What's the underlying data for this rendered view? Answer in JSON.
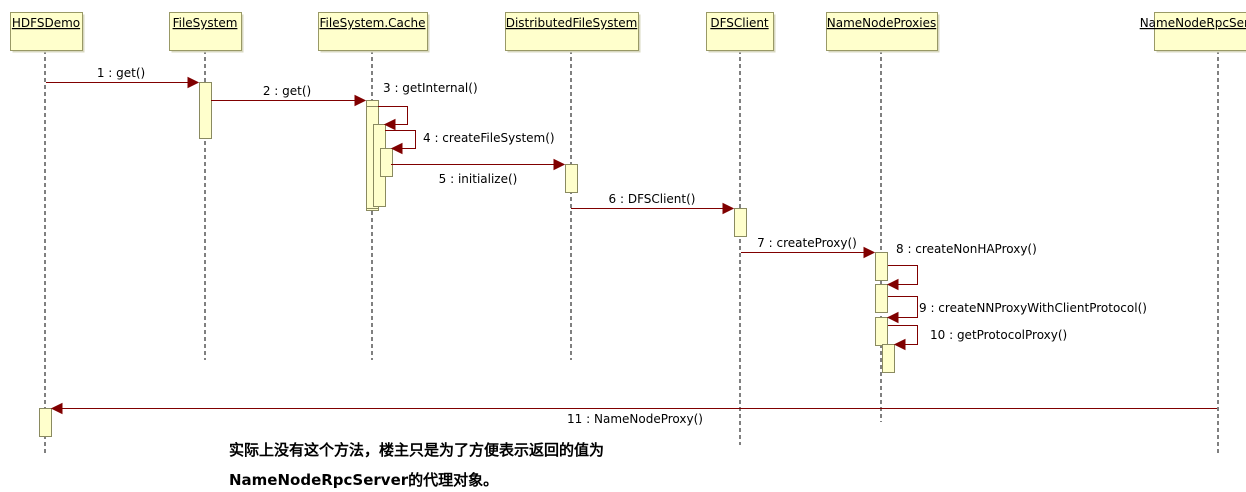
{
  "participants": [
    {
      "id": "hdfsdemo",
      "name": "HDFSDemo"
    },
    {
      "id": "filesystem",
      "name": "FileSystem"
    },
    {
      "id": "filesystem-cache",
      "name": "FileSystem.Cache"
    },
    {
      "id": "distributedfilesystem",
      "name": "DistributedFileSystem"
    },
    {
      "id": "dfsclient",
      "name": "DFSClient"
    },
    {
      "id": "namenodeproxies",
      "name": "NameNodeProxies"
    },
    {
      "id": "namenoderpcserver",
      "name": "NameNodeRpcServer"
    }
  ],
  "messages": [
    {
      "id": 1,
      "label": "1 : get()",
      "from": "hdfsdemo",
      "to": "filesystem"
    },
    {
      "id": 2,
      "label": "2 : get()",
      "from": "filesystem",
      "to": "filesystem-cache"
    },
    {
      "id": 3,
      "label": "3 : getInternal()",
      "from": "filesystem-cache",
      "to": "filesystem-cache"
    },
    {
      "id": 4,
      "label": "4 : createFileSystem()",
      "from": "filesystem-cache",
      "to": "filesystem-cache"
    },
    {
      "id": 5,
      "label": "5 : initialize()",
      "from": "filesystem-cache",
      "to": "distributedfilesystem"
    },
    {
      "id": 6,
      "label": "6 : DFSClient()",
      "from": "distributedfilesystem",
      "to": "dfsclient"
    },
    {
      "id": 7,
      "label": "7 : createProxy()",
      "from": "dfsclient",
      "to": "namenodeproxies"
    },
    {
      "id": 8,
      "label": "8 : createNonHAProxy()",
      "from": "namenodeproxies",
      "to": "namenodeproxies"
    },
    {
      "id": 9,
      "label": "9 : createNNProxyWithClientProtocol()",
      "from": "namenodeproxies",
      "to": "namenodeproxies"
    },
    {
      "id": 10,
      "label": "10 : getProtocolProxy()",
      "from": "namenodeproxies",
      "to": "namenodeproxies"
    },
    {
      "id": 11,
      "label": "11 : NameNodeProxy()",
      "from": "namenoderpcserver",
      "to": "hdfsdemo"
    }
  ],
  "note": {
    "line1": "实际上没有这个方法，楼主只是为了方便表示返回的值为",
    "line2": "NameNodeRpcServer的代理对象。"
  },
  "colors": {
    "arrow": "#800000",
    "activation_fill": "#ffffcc",
    "activation_border": "#8a8a60",
    "participant_fill": "#ffffcc",
    "participant_border": "#999966"
  }
}
